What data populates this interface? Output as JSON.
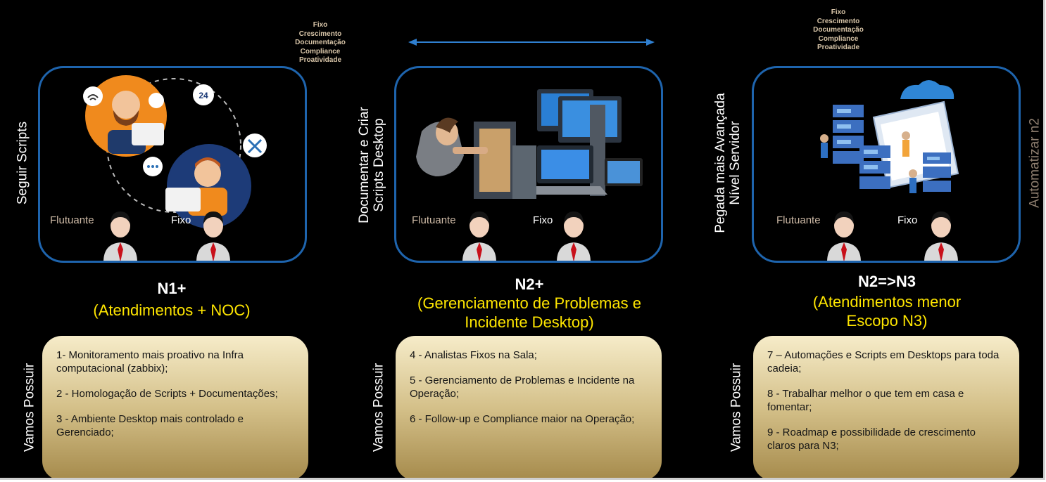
{
  "top_notes_1": [
    "Fixo",
    "Crescimento",
    "Documentação",
    "Compliance",
    "Proatividade"
  ],
  "top_notes_2": [
    "Fixo",
    "Crescimento",
    "Documentação",
    "Compliance",
    "Proatividade"
  ],
  "columns": [
    {
      "side_label_lines": [
        "Seguir Scripts"
      ],
      "person_left": "Flutuante",
      "person_right": "Fixo",
      "level_title": "N1+",
      "level_subtitle_lines": [
        "(Atendimentos + NOC)"
      ],
      "vamos": "Vamos Possuir",
      "items": [
        "1- Monitoramento mais proativo na Infra computacional (zabbix);",
        "2 - Homologação de Scripts + Documentações;",
        "3 - Ambiente Desktop mais controlado e Gerenciado;"
      ]
    },
    {
      "side_label_lines": [
        "Documentar e Criar",
        "Scripts Desktop"
      ],
      "person_left": "Flutuante",
      "person_right": "Fixo",
      "level_title": "N2+",
      "level_subtitle_lines": [
        "(Gerenciamento de Problemas e",
        "Incidente Desktop)"
      ],
      "vamos": "Vamos Possuir",
      "items": [
        "4 - Analistas Fixos na Sala;",
        "5 - Gerenciamento de Problemas e Incidente na Operação;",
        "6 - Follow-up e Compliance maior na Operação;"
      ]
    },
    {
      "side_label_lines": [
        "Pegada mais Avançada",
        "Nível Servidor"
      ],
      "person_left": "Flutuante",
      "person_right": "Fixo",
      "level_title": "N2=>N3",
      "level_subtitle_lines": [
        "(Atendimentos menor",
        "Escopo N3)"
      ],
      "vamos": "Vamos Possuir",
      "items": [
        "7 – Automações e Scripts em Desktops para toda cadeia;",
        "8 - Trabalhar melhor o que tem em casa e fomentar;",
        "9 - Roadmap e possibilidade de crescimento claros para N3;"
      ]
    }
  ],
  "right_label": "Automatizar n2",
  "colors": {
    "frame": "#1e64ad",
    "subtitle": "#ffe600",
    "note": "#d8c5a8"
  }
}
